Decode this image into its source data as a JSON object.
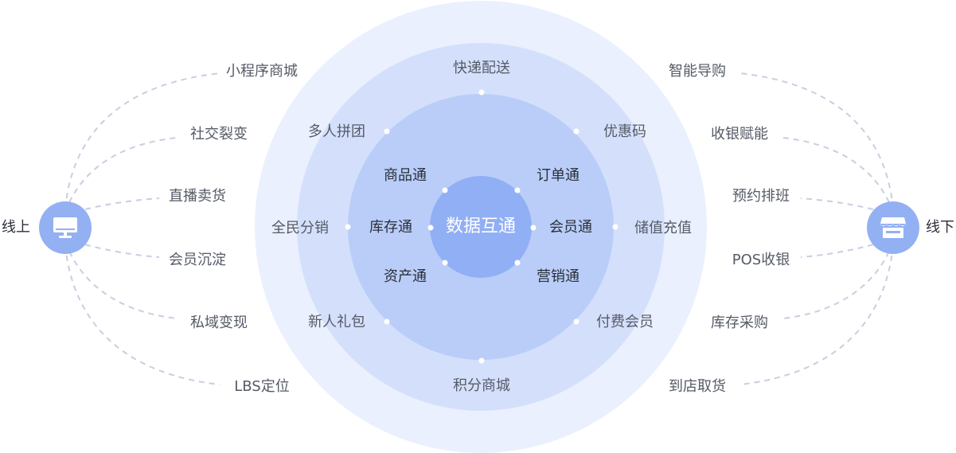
{
  "core": {
    "label": "数据互通"
  },
  "inner_ring": [
    {
      "label": "商品通"
    },
    {
      "label": "订单通"
    },
    {
      "label": "库存通"
    },
    {
      "label": "会员通"
    },
    {
      "label": "资产通"
    },
    {
      "label": "营销通"
    }
  ],
  "middle_ring": [
    {
      "label": "快递配送"
    },
    {
      "label": "多人拼团"
    },
    {
      "label": "优惠码"
    },
    {
      "label": "全民分销"
    },
    {
      "label": "储值充值"
    },
    {
      "label": "新人礼包"
    },
    {
      "label": "付费会员"
    },
    {
      "label": "积分商城"
    }
  ],
  "online": {
    "label": "线上",
    "icon": "monitor-icon",
    "items": [
      {
        "label": "小程序商城"
      },
      {
        "label": "社交裂变"
      },
      {
        "label": "直播卖货"
      },
      {
        "label": "会员沉淀"
      },
      {
        "label": "私域变现"
      },
      {
        "label": "LBS定位"
      }
    ]
  },
  "offline": {
    "label": "线下",
    "icon": "store-icon",
    "items": [
      {
        "label": "智能导购"
      },
      {
        "label": "收银赋能"
      },
      {
        "label": "预约排班"
      },
      {
        "label": "POS收银"
      },
      {
        "label": "库存采购"
      },
      {
        "label": "到店取货"
      }
    ]
  },
  "colors": {
    "ring_outer": "#eaf0fd",
    "ring_second": "#d4e0fb",
    "ring_third": "#b9cdf8",
    "core": "#91aff5",
    "hub": "#93b0f3",
    "dashed_line": "#c9cee0"
  }
}
